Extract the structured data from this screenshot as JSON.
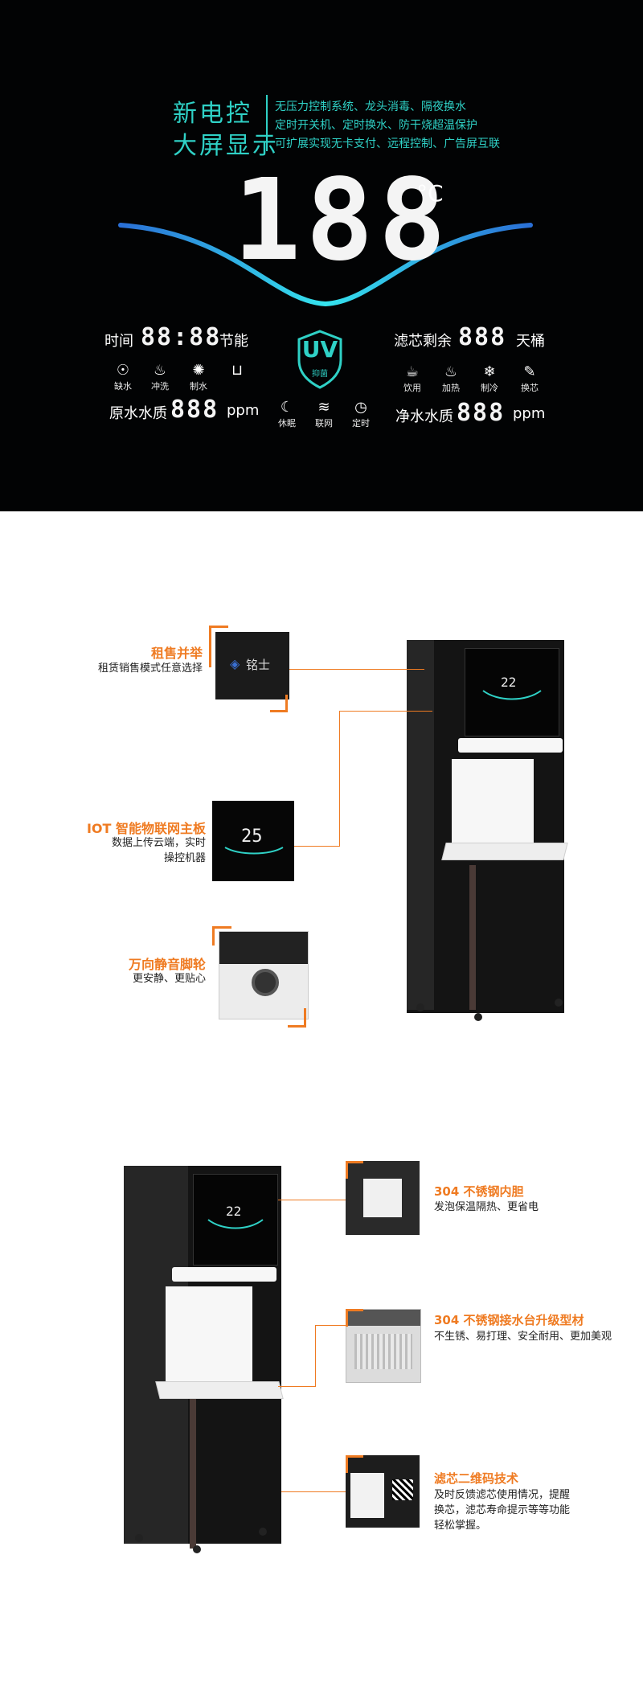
{
  "panel": {
    "headline_line1": "新电控",
    "headline_line2": "大屏显示",
    "features": [
      "无压力控制系统、龙头消毒、隔夜换水",
      "定时开关机、定时换水、防干烧超温保护",
      "可扩展实现无卡支付、远程控制、广告屏互联"
    ],
    "big_digits": "188",
    "unit": "°C",
    "time_label": "时间",
    "time_digits": "88:88",
    "energy_label": "节能",
    "uv_text": "UV",
    "uv_sub": "抑菌",
    "filter_label": "滤芯剩余",
    "filter_digits": "888",
    "filter_unit": "天桶",
    "left_icons": [
      {
        "icon": "water-cup-icon",
        "glyph": "☉",
        "label": "缺水"
      },
      {
        "icon": "flush-icon",
        "glyph": "♨",
        "label": "冲洗"
      },
      {
        "icon": "fan-icon",
        "glyph": "✺",
        "label": "制水"
      },
      {
        "icon": "tank-icon",
        "glyph": "⊔",
        "label": ""
      }
    ],
    "center_icons": [
      {
        "icon": "moon-icon",
        "glyph": "☾",
        "label": "休眠"
      },
      {
        "icon": "wifi-icon",
        "glyph": "≋",
        "label": "联网"
      },
      {
        "icon": "clock-icon",
        "glyph": "◷",
        "label": "定时"
      }
    ],
    "right_icons": [
      {
        "icon": "coffee-icon",
        "glyph": "☕",
        "label": "饮用"
      },
      {
        "icon": "heat-icon",
        "glyph": "♨",
        "label": "加热"
      },
      {
        "icon": "snowflake-icon",
        "glyph": "❄",
        "label": "制冷"
      },
      {
        "icon": "wrench-icon",
        "glyph": "✎",
        "label": "换芯"
      }
    ],
    "raw_label": "原水水质",
    "raw_digits": "888",
    "raw_unit": "ppm",
    "pure_label": "净水水质",
    "pure_digits": "888",
    "pure_unit": "ppm"
  },
  "section2": {
    "features": [
      {
        "title": "租售并举",
        "desc": [
          "租赁销售模式任意选择"
        ]
      },
      {
        "title": "IOT 智能物联网主板",
        "desc": [
          "数据上传云端，实时",
          "操控机器"
        ]
      },
      {
        "title": "万向静音脚轮",
        "desc": [
          "更安静、更贴心"
        ]
      }
    ],
    "thumb_brand": "铭士",
    "thumb_temp": "25",
    "machine_temp": "22"
  },
  "section3": {
    "features": [
      {
        "title": "304 不锈钢内胆",
        "desc": [
          "发泡保温隔热、更省电"
        ]
      },
      {
        "title": "304 不锈钢接水台升级型材",
        "desc": [
          "不生锈、易打理、安全耐用、更加美观"
        ]
      },
      {
        "title": "滤芯二维码技术",
        "desc": [
          "及时反馈滤芯使用情况，提醒",
          "换芯，滤芯寿命提示等等功能",
          "轻松掌握。"
        ]
      }
    ],
    "machine_temp": "22"
  },
  "colors": {
    "accent": "#ef7b22",
    "cyan": "#2fd1c6",
    "panel_bg": "#020304"
  }
}
